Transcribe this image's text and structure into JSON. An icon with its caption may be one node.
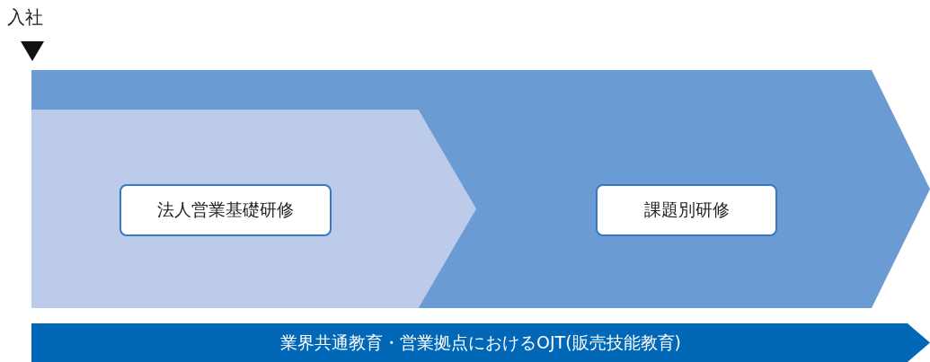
{
  "diagram": {
    "nodes": [
      {
        "text": [],
        "shape": "chevron"
      },
      {
        "text": [],
        "shape": "chevron",
        "in": 0
      },
      {
        "text": [
          "法人営業基礎研修"
        ],
        "in": 1
      },
      {
        "text": [
          "課題別研修"
        ],
        "in": 0
      },
      {
        "text": [
          "業界共通教育・営業拠点におけるOJT(販売技能教育)"
        ]
      }
    ],
    "labels": [
      "入社"
    ]
  }
}
